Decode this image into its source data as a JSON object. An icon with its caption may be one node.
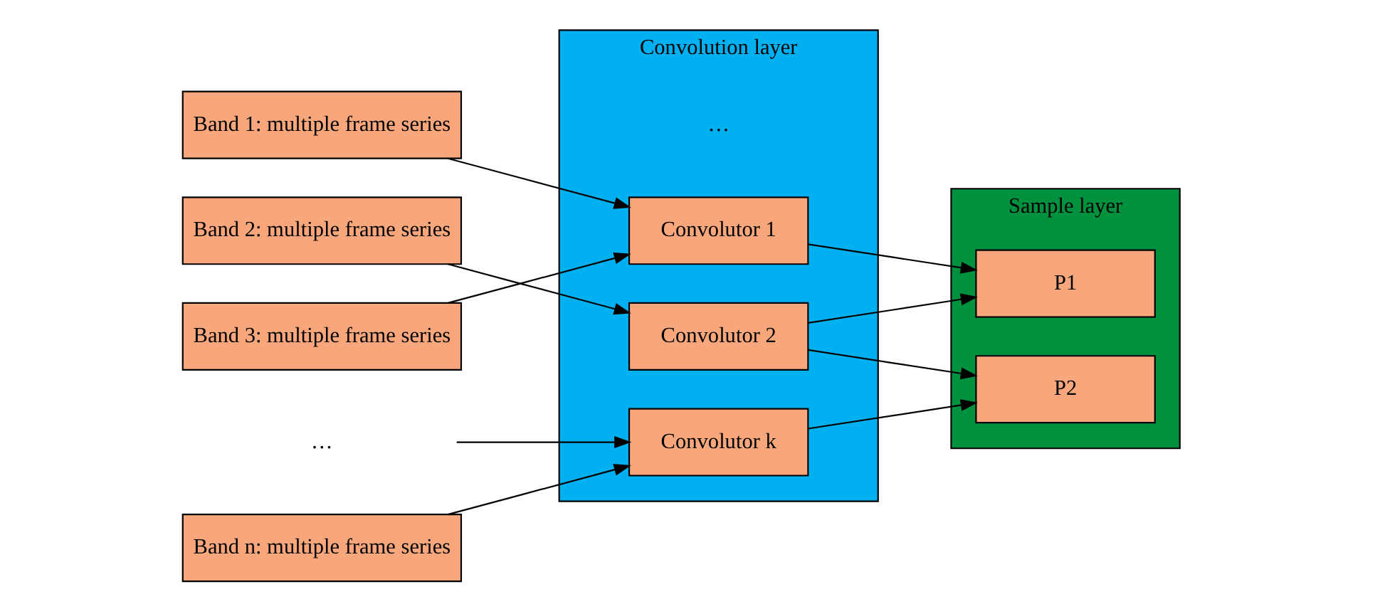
{
  "diagram": {
    "nodes": [
      {
        "text": [
          "Band 1: multiple frame series"
        ]
      },
      {
        "text": [
          "Band 2: multiple frame series"
        ]
      },
      {
        "text": [
          "Band 3: multiple frame series"
        ]
      },
      {
        "text": [
          "…"
        ]
      },
      {
        "text": [
          "Band n: multiple frame series"
        ]
      },
      {
        "text": [
          "Convolution layer"
        ]
      },
      {
        "text": [
          "Convolutor 1"
        ],
        "in": 5
      },
      {
        "text": [
          "Convolutor 2"
        ],
        "in": 5
      },
      {
        "text": [
          "…"
        ],
        "in": 5
      },
      {
        "text": [
          "Convolutor k"
        ],
        "in": 5
      },
      {
        "text": [
          "Sample layer"
        ]
      },
      {
        "text": [
          "P1"
        ],
        "in": 10
      },
      {
        "text": [
          "P2"
        ],
        "in": 10
      }
    ],
    "edges": [
      {
        "from": 0,
        "to": 6,
        "arrow": "to"
      },
      {
        "from": 1,
        "to": 7,
        "arrow": "to"
      },
      {
        "from": 2,
        "to": 6,
        "arrow": "to"
      },
      {
        "from": 3,
        "to": 9,
        "arrow": "to"
      },
      {
        "from": 4,
        "to": 9,
        "arrow": "to"
      },
      {
        "from": 6,
        "to": 11,
        "arrow": "to"
      },
      {
        "from": 7,
        "to": 11,
        "arrow": "to"
      },
      {
        "from": 7,
        "to": 12,
        "arrow": "to"
      },
      {
        "from": 9,
        "to": 12,
        "arrow": "to"
      }
    ]
  }
}
